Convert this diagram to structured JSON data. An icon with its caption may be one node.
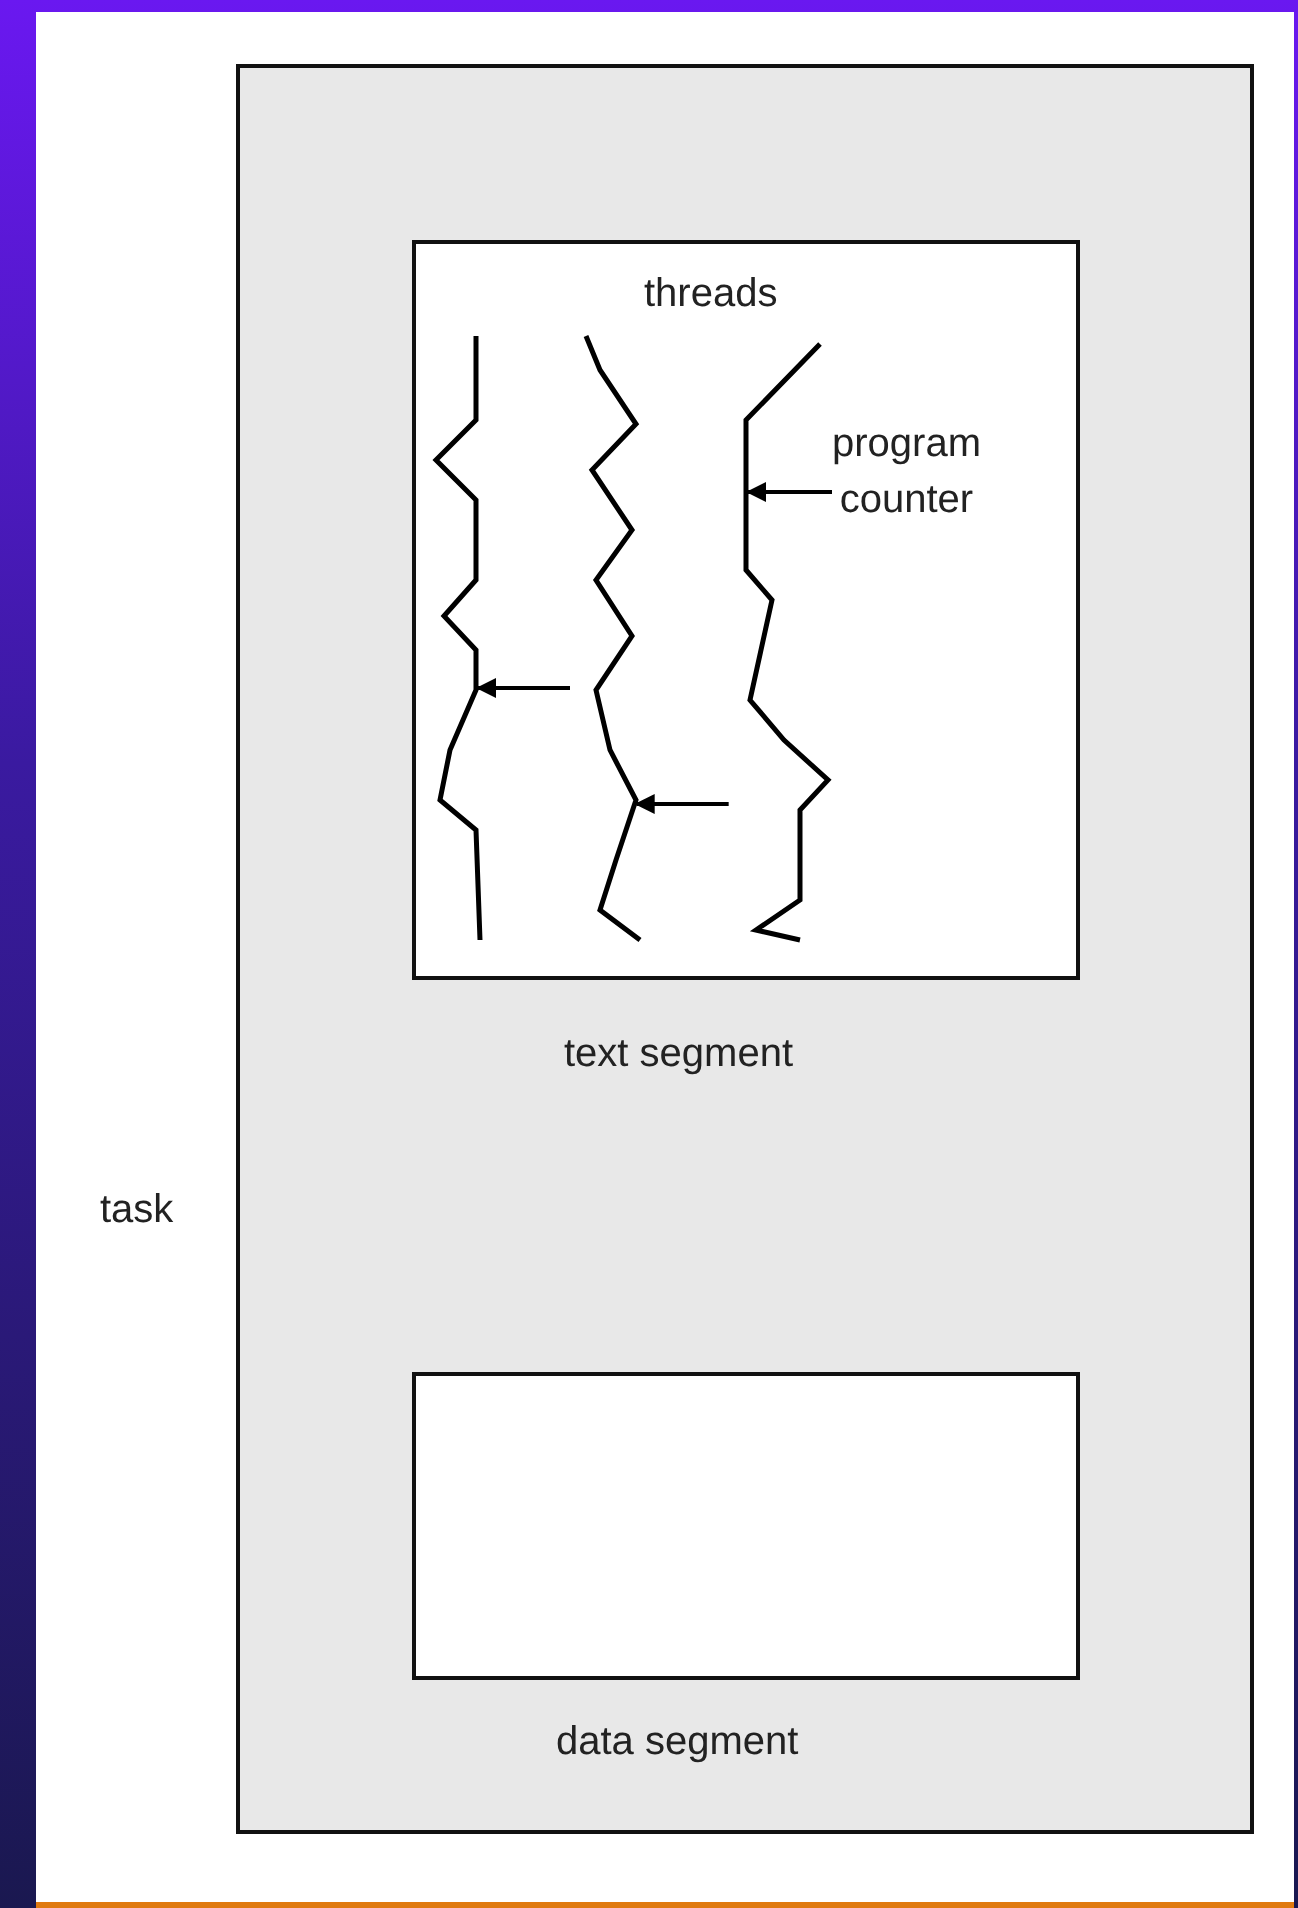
{
  "diagram": {
    "nodes": [
      {
        "text": [
          "task"
        ]
      },
      {
        "text": [
          "threads",
          "text segment"
        ],
        "in": 0
      },
      {
        "text": [],
        "shape": "line",
        "in": 1
      },
      {
        "text": [],
        "shape": "line",
        "in": 1
      },
      {
        "text": [],
        "shape": "line",
        "in": 1
      },
      {
        "text": [
          "program counter"
        ],
        "in": 1
      },
      {
        "text": [
          "data segment"
        ],
        "in": 0
      }
    ],
    "edges": [
      {
        "from": null,
        "to": 2,
        "arrow": "to"
      },
      {
        "from": null,
        "to": 3,
        "arrow": "to"
      },
      {
        "from": 5,
        "to": 4,
        "arrow": "to"
      }
    ]
  }
}
